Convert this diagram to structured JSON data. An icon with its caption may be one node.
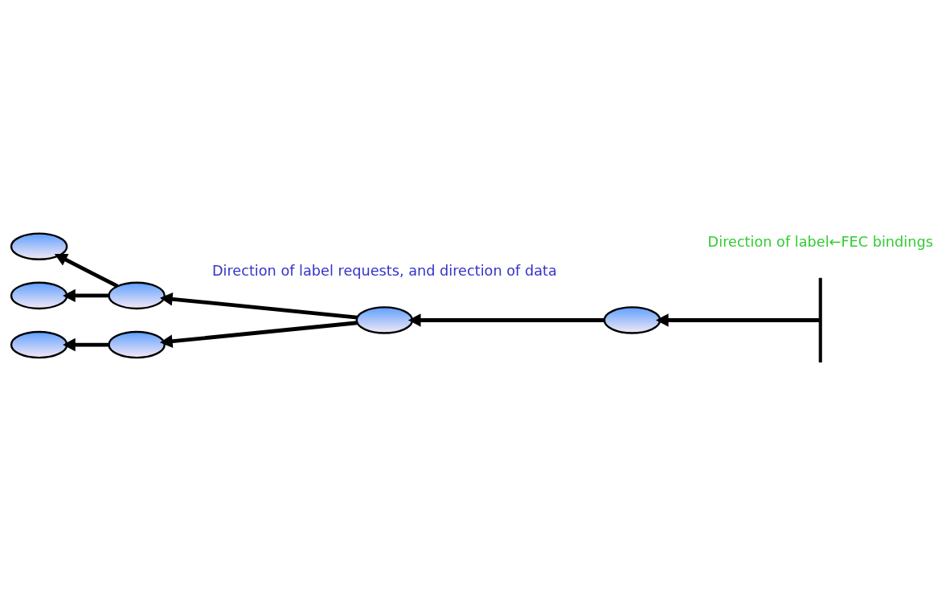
{
  "diagram": {
    "nodes": [
      {
        "text": [],
        "shape": "ellipse"
      },
      {
        "text": [],
        "shape": "ellipse"
      },
      {
        "text": [],
        "shape": "ellipse"
      },
      {
        "text": [],
        "shape": "ellipse"
      },
      {
        "text": [],
        "shape": "ellipse"
      },
      {
        "text": [],
        "shape": "ellipse"
      },
      {
        "text": [],
        "shape": "ellipse"
      },
      {
        "text": [],
        "shape": "bar"
      }
    ],
    "edges": [
      {
        "from": 1,
        "to": 0,
        "arrow": "to"
      },
      {
        "from": 1,
        "to": 2,
        "arrow": "to"
      },
      {
        "from": 3,
        "to": 1,
        "arrow": "to"
      },
      {
        "from": 3,
        "to": 4,
        "arrow": "to"
      },
      {
        "from": 5,
        "to": 3,
        "arrow": "to"
      },
      {
        "from": 4,
        "to": 6,
        "arrow": "to"
      },
      {
        "from": 7,
        "to": 5,
        "arrow": "to"
      }
    ],
    "labels": [
      "Direction of label requests, and direction of data",
      "Direction of label←FEC bindings"
    ]
  }
}
